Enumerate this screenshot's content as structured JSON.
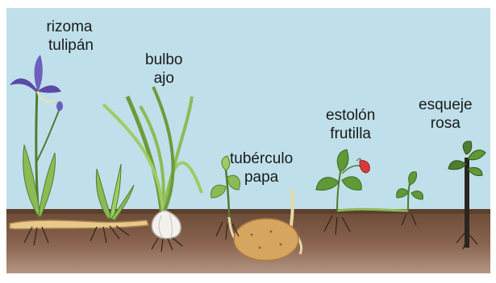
{
  "labels": {
    "rizoma": {
      "line1": "rizoma",
      "line2": "tulipán"
    },
    "bulbo": {
      "line1": "bulbo",
      "line2": "ajo"
    },
    "tuberculo": {
      "line1": "tubérculo",
      "line2": "papa"
    },
    "estolon": {
      "line1": "estolón",
      "line2": "frutilla"
    },
    "esqueje": {
      "line1": "esqueje",
      "line2": "rosa"
    }
  },
  "colors": {
    "sky": "#bfe0ea",
    "soil_top": "#6a4a35",
    "soil_mid": "#8a6450",
    "soil_bottom": "#b49a88",
    "leaf": "#8cbb56",
    "leaf_dark": "#4f7d2f",
    "iris_flower": "#5b4aa6",
    "potato": "#d6a55f",
    "strawberry": "#d63a3a",
    "stem_cutting": "#2a2520"
  }
}
